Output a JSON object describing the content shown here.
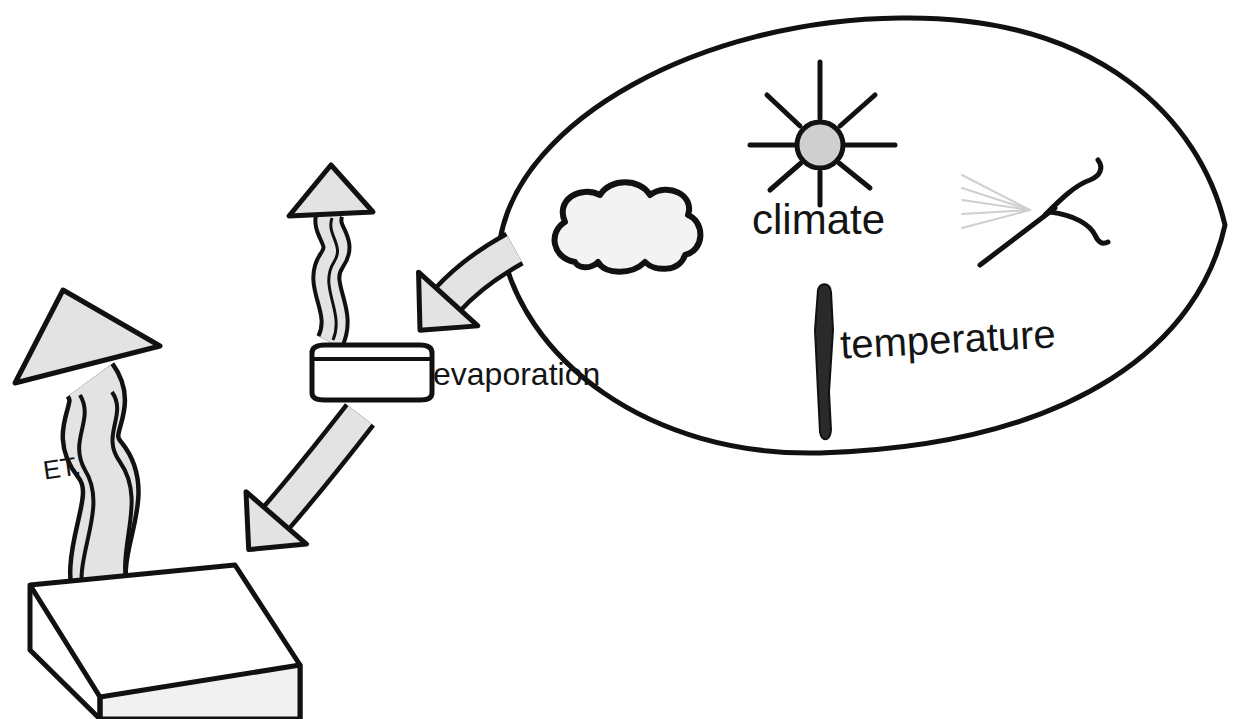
{
  "diagram": {
    "nodes": [
      {
        "text": [
          "climate",
          "temperature"
        ]
      },
      {
        "text": [
          "evaporation"
        ]
      },
      {
        "text": [
          "ET."
        ]
      }
    ],
    "edges": [
      {
        "from": 0,
        "to": 1,
        "arrow": "to"
      },
      {
        "from": 1,
        "to": 2,
        "arrow": "to"
      }
    ]
  }
}
